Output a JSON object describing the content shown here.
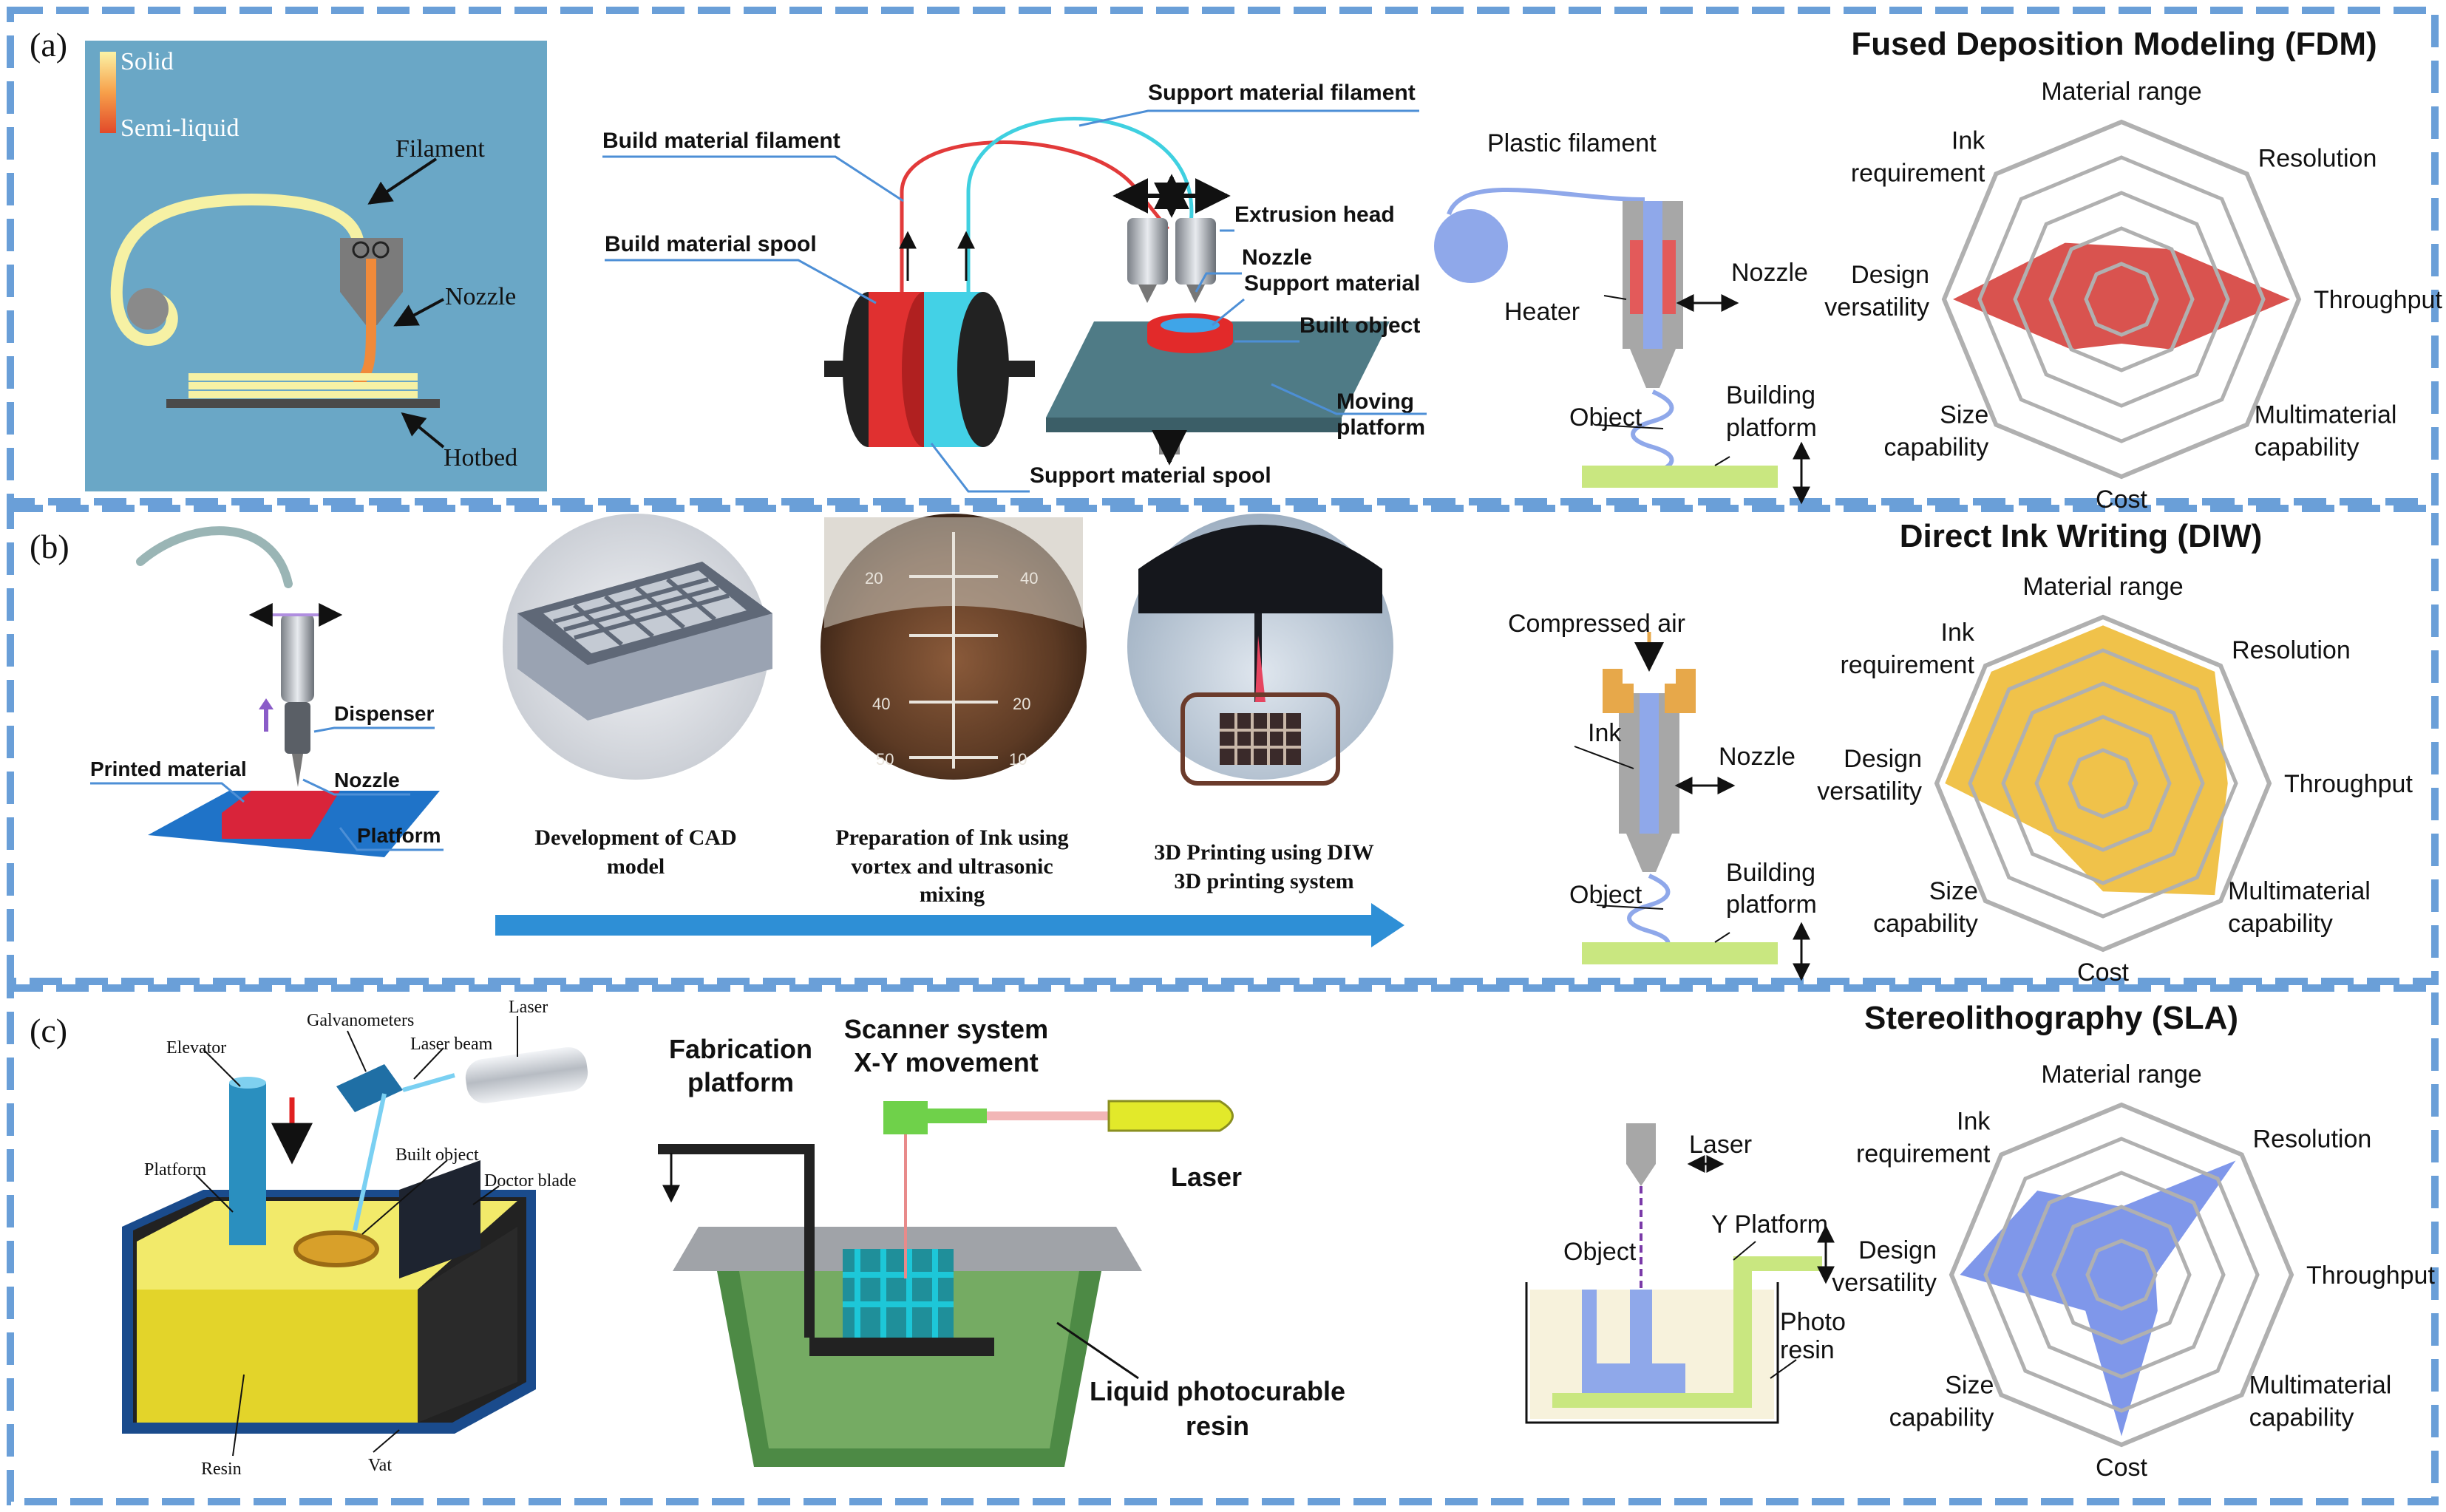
{
  "colors": {
    "panel_border": "#6a9fd8",
    "fdm_radar": "#d9534f",
    "diw_radar": "#f0c24a",
    "sla_radar": "#7f97ea",
    "nozzle_grey": "#a7a7a7",
    "platform_green": "#c9e780",
    "schematic_blue": "#8fa8ea",
    "heater_red": "#e35a5a",
    "ink_orange": "#e7a84a"
  },
  "panels": [
    {
      "letter": "(a)",
      "title": "Fused Deposition Modeling (FDM)",
      "temp_diagram": {
        "legend_top": "Solid",
        "legend_bottom": "Semi-liquid",
        "filament": "Filament",
        "nozzle": "Nozzle",
        "hotbed": "Hotbed"
      },
      "printer": {
        "build_filament": "Build material filament",
        "build_spool": "Build material spool",
        "support_filament": "Support material filament",
        "extrusion_head": "Extrusion head",
        "nozzle": "Nozzle",
        "support_material": "Support material",
        "built_object": "Built object",
        "moving_platform_line1": "Moving",
        "moving_platform_line2": "platform",
        "support_spool": "Support material spool"
      },
      "schematic": {
        "feed": "Plastic filament",
        "heater": "Heater",
        "nozzle": "Nozzle",
        "object": "Object",
        "platform_line1": "Building",
        "platform_line2": "platform"
      },
      "radar": {
        "axes": [
          "Material range",
          "Resolution",
          "Throughput",
          "Multimaterial capability",
          "Cost",
          "Size capability",
          "Design versatility",
          "Ink requirement"
        ],
        "values": [
          0.3,
          0.4,
          0.95,
          0.4,
          0.25,
          0.4,
          0.95,
          0.45
        ]
      }
    },
    {
      "letter": "(b)",
      "title": "Direct Ink Writing (DIW)",
      "printer": {
        "dispenser": "Dispenser",
        "nozzle": "Nozzle",
        "printed_material": "Printed material",
        "platform": "Platform"
      },
      "steps": [
        {
          "line1": "Development of CAD",
          "line2": "model",
          "line3": ""
        },
        {
          "line1": "Preparation of Ink using",
          "line2": "vortex and ultrasonic",
          "line3": "mixing"
        },
        {
          "line1": "3D Printing using DIW",
          "line2": "3D printing system",
          "line3": ""
        }
      ],
      "beaker_scale": [
        "20",
        "40",
        "40",
        "20",
        "50",
        "10"
      ],
      "schematic": {
        "feed": "Compressed air",
        "ink": "Ink",
        "nozzle": "Nozzle",
        "object": "Object",
        "platform_line1": "Building",
        "platform_line2": "platform"
      },
      "radar": {
        "axes": [
          "Material range",
          "Resolution",
          "Throughput",
          "Multimaterial capability",
          "Cost",
          "Size capability",
          "Design versatility",
          "Ink requirement"
        ],
        "values": [
          0.95,
          0.95,
          0.75,
          0.95,
          0.65,
          0.45,
          0.95,
          0.95
        ]
      }
    },
    {
      "letter": "(c)",
      "title": "Stereolithography (SLA)",
      "labels_left": {
        "elevator": "Elevator",
        "galvanometers": "Galvanometers",
        "laser": "Laser",
        "laser_beam": "Laser beam",
        "platform": "Platform",
        "built_object": "Built object",
        "doctor_blade": "Doctor blade",
        "resin": "Resin",
        "vat": "Vat"
      },
      "labels_mid": {
        "fab_line1": "Fabrication",
        "fab_line2": "platform",
        "scanner_line1": "Scanner system",
        "scanner_line2": "X-Y movement",
        "laser": "Laser",
        "resin_line1": "Liquid photocurable",
        "resin_line2": "resin"
      },
      "schematic": {
        "laser": "Laser",
        "object": "Object",
        "platform": "Y Platform",
        "resin_line1": "Photo",
        "resin_line2": "resin"
      },
      "radar": {
        "axes": [
          "Material range",
          "Resolution",
          "Throughput",
          "Multimaterial capability",
          "Cost",
          "Size capability",
          "Design versatility",
          "Ink requirement"
        ],
        "values": [
          0.4,
          0.95,
          0.2,
          0.3,
          0.95,
          0.3,
          0.95,
          0.7
        ]
      }
    }
  ]
}
